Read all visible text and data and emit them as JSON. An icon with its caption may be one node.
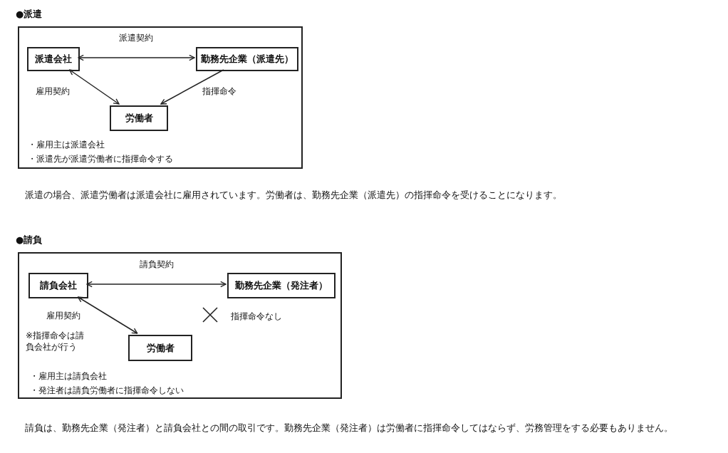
{
  "diagram": {
    "nodes": [
      {
        "text": [
          "●派遣",
          "・雇用主は派遣会社",
          "・派遣先が派遣労働者に指揮命令する"
        ]
      },
      {
        "text": [
          "派遣会社"
        ],
        "in": 0
      },
      {
        "text": [
          "勤務先企業（派遣先）"
        ],
        "in": 0
      },
      {
        "text": [
          "労働者"
        ],
        "in": 0
      },
      {
        "text": [
          "●請負",
          "・雇用主は請負会社",
          "・発注者は請負労働者に指揮命令しない"
        ]
      },
      {
        "text": [
          "請負会社"
        ],
        "in": 4
      },
      {
        "text": [
          "勤務先企業（発注者）"
        ],
        "in": 4
      },
      {
        "text": [
          "労働者"
        ],
        "in": 4
      }
    ],
    "edges": [
      {
        "from": 1,
        "to": 2,
        "arrow": "both",
        "label": "派遣契約"
      },
      {
        "from": 1,
        "to": 3,
        "arrow": "both",
        "label": "雇用契約"
      },
      {
        "from": 2,
        "to": 3,
        "arrow": "to",
        "label": "指揮命令"
      },
      {
        "from": 5,
        "to": 6,
        "arrow": "both",
        "label": "請負契約"
      },
      {
        "from": 5,
        "to": 7,
        "arrow": "both",
        "label": "雇用契約"
      }
    ],
    "labels": [
      "派遣の場合、派遣労働者は派遣会社に雇用されています。労働者は、勤務先企業（派遣先）の指揮命令を受けることになります。",
      "指揮命令なし",
      "※指揮命令は請負会社が行う",
      "請負は、勤務先企業（発注者）と請負会社との間の取引です。勤務先企業（発注者）は労働者に指揮命令してはならず、労務管理をする必要もありません。"
    ]
  }
}
